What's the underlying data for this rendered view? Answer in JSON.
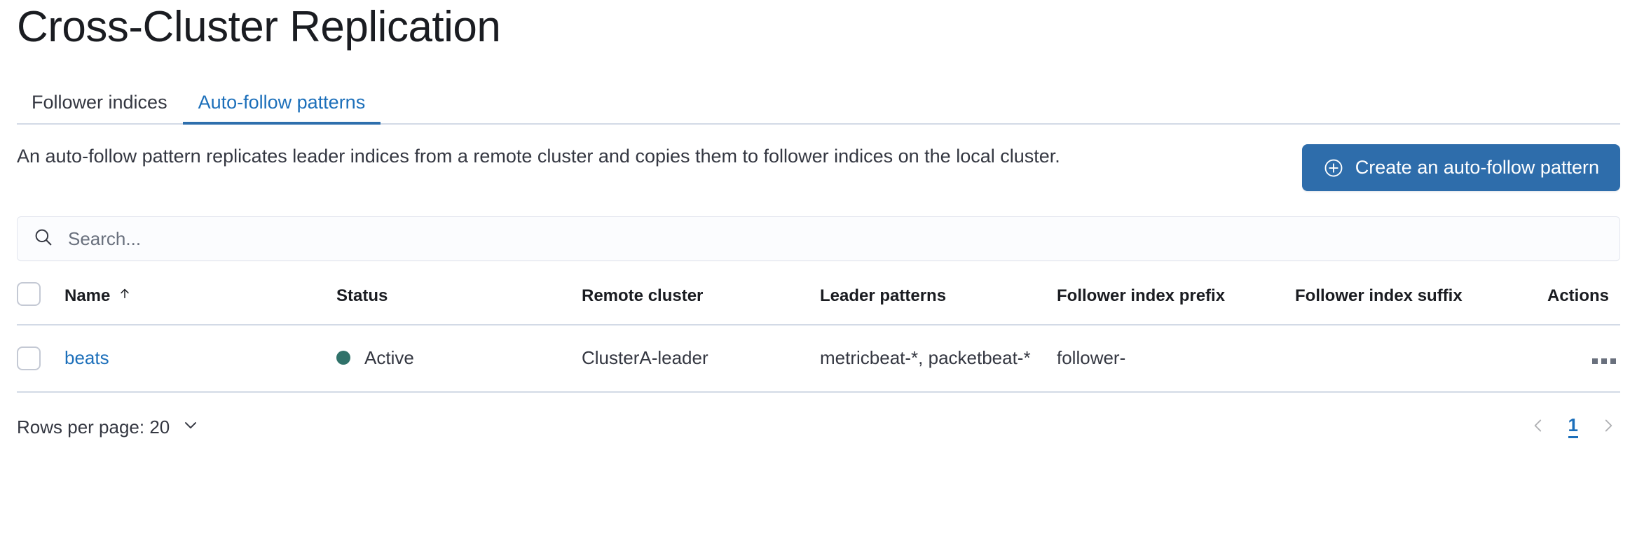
{
  "page": {
    "title": "Cross-Cluster Replication"
  },
  "tabs": [
    {
      "label": "Follower indices",
      "selected": false
    },
    {
      "label": "Auto-follow patterns",
      "selected": true
    }
  ],
  "intro": {
    "description": "An auto-follow pattern replicates leader indices from a remote cluster and copies them to follower indices on the local cluster.",
    "create_button_label": "Create an auto-follow pattern",
    "create_button_icon": "plus-in-circle-icon"
  },
  "search": {
    "placeholder": "Search...",
    "value": "",
    "icon": "search-icon"
  },
  "table": {
    "columns": [
      {
        "key": "name",
        "label": "Name",
        "sorted": "asc"
      },
      {
        "key": "status",
        "label": "Status"
      },
      {
        "key": "remote_cluster",
        "label": "Remote cluster"
      },
      {
        "key": "leader_patterns",
        "label": "Leader patterns"
      },
      {
        "key": "follower_index_prefix",
        "label": "Follower index prefix"
      },
      {
        "key": "follower_index_suffix",
        "label": "Follower index suffix"
      },
      {
        "key": "actions",
        "label": "Actions"
      }
    ],
    "rows": [
      {
        "selected": false,
        "name": "beats",
        "status": "Active",
        "status_color": "#30726a",
        "remote_cluster": "ClusterA-leader",
        "leader_patterns": "metricbeat-*, packetbeat-*",
        "follower_index_prefix": "follower-",
        "follower_index_suffix": "",
        "actions_icon": "ellipsis-horizontal-icon"
      }
    ]
  },
  "footer": {
    "rows_per_page_label": "Rows per page: 20",
    "rows_per_page_icon": "chevron-down-icon",
    "pagination": {
      "prev_icon": "chevron-left-icon",
      "next_icon": "chevron-right-icon",
      "current_page": "1"
    }
  },
  "colors": {
    "primary": "#2e6dab",
    "link": "#1c6fba",
    "status_active": "#30726a",
    "border": "#D3DAE6"
  }
}
